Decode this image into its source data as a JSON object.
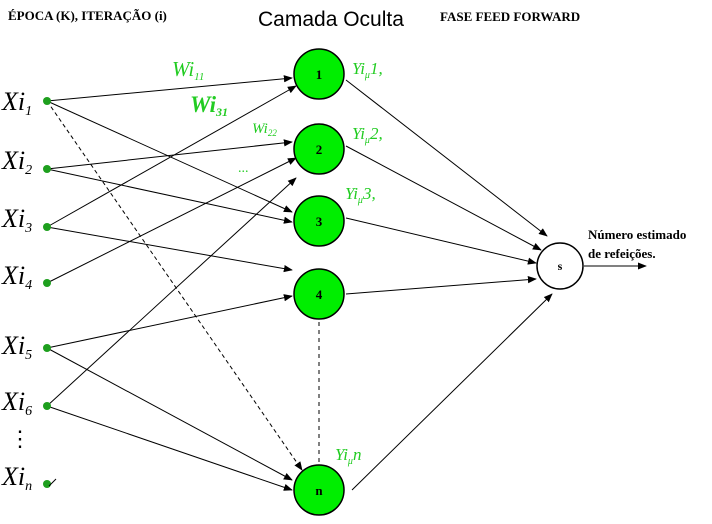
{
  "header": {
    "epoch_label": "ÉPOCA (K), ITERAÇÃO (i)",
    "layer_title": "Camada Oculta",
    "phase_label": "FASE FEED FORWARD"
  },
  "inputs": [
    {
      "base": "Xi",
      "sub": "1"
    },
    {
      "base": "Xi",
      "sub": "2"
    },
    {
      "base": "Xi",
      "sub": "3"
    },
    {
      "base": "Xi",
      "sub": "4"
    },
    {
      "base": "Xi",
      "sub": "5"
    },
    {
      "base": "Xi",
      "sub": "6"
    },
    {
      "base": "Xi",
      "sub": "n"
    }
  ],
  "input_dots_label": "⋮",
  "hidden_nodes": [
    {
      "label": "1"
    },
    {
      "label": "2"
    },
    {
      "label": "3"
    },
    {
      "label": "4"
    },
    {
      "label": "n"
    }
  ],
  "weights": [
    {
      "base": "Wi",
      "sub": "11"
    },
    {
      "base": "Wi",
      "sub": "31"
    },
    {
      "base": "Wi",
      "sub": "22"
    }
  ],
  "weight_ellipsis": "...",
  "hidden_outputs": [
    {
      "base": "Yi",
      "sub": "μ",
      "suffix": "1,"
    },
    {
      "base": "Yi",
      "sub": "μ",
      "suffix": "2,"
    },
    {
      "base": "Yi",
      "sub": "μ",
      "suffix": "3,"
    },
    {
      "base": "Yi",
      "sub": "μ",
      "suffix": "n"
    }
  ],
  "output_node": {
    "label": "s"
  },
  "output_text": {
    "line1": "Número estimado",
    "line2": "de refeições."
  },
  "colors": {
    "node_fill": "#00ee00",
    "label_green": "#22cc22",
    "ink": "#000000"
  }
}
